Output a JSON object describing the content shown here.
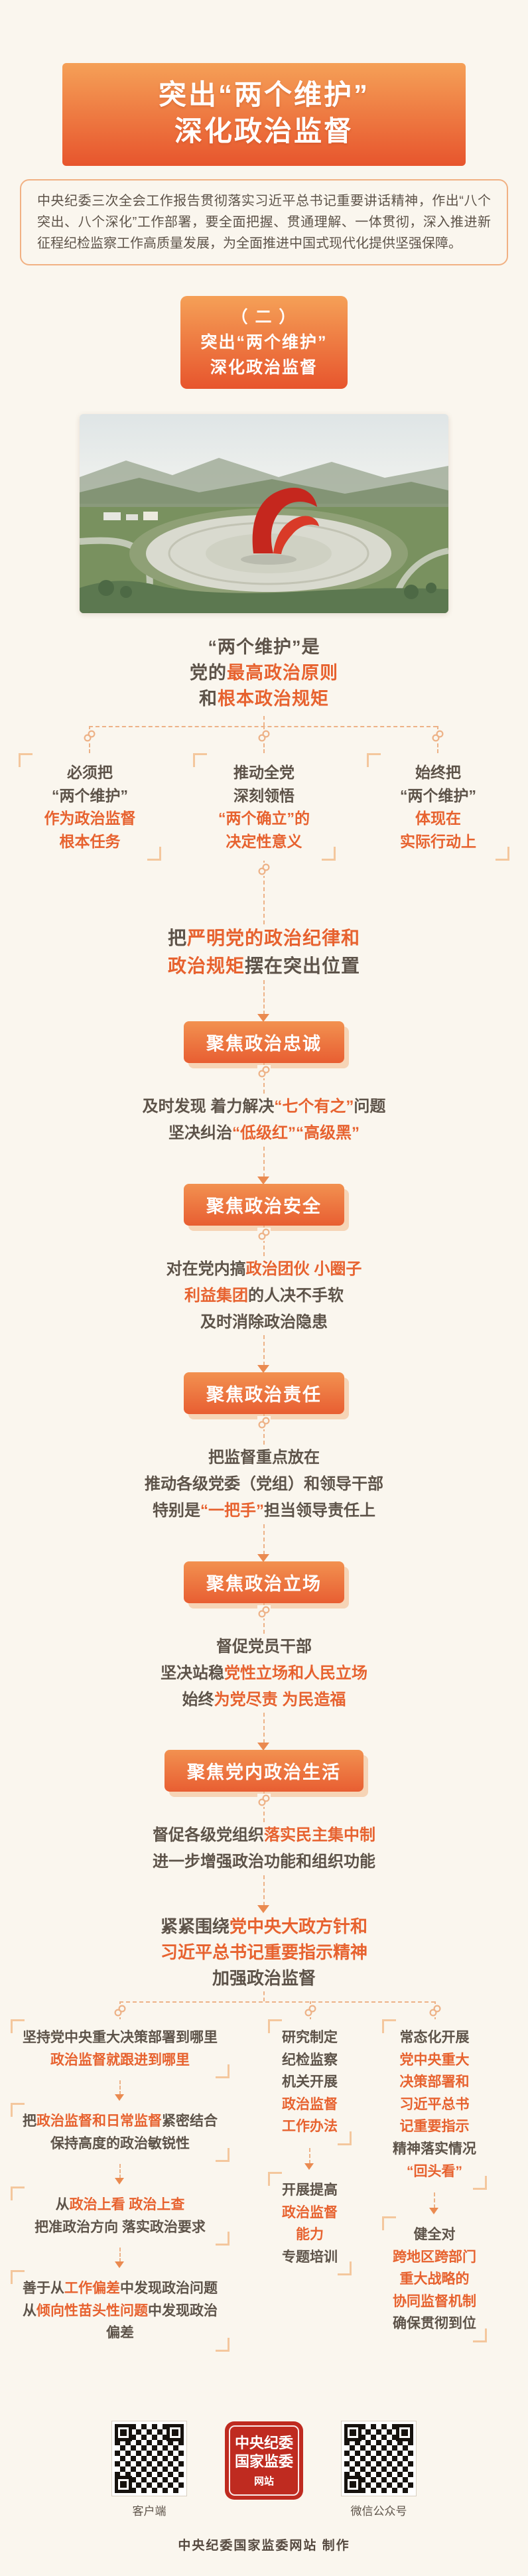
{
  "colors": {
    "bg": "#faf6ee",
    "accent": "#e7622f",
    "dark": "#5d5349",
    "line": "#edb287",
    "banner1": "#f5a057",
    "banner2": "#e7552d",
    "shadow": "#f6d4b6",
    "logored": "#bf2b20"
  },
  "banner": {
    "line1": "突出“两个维护”",
    "line2": "深化政治监督"
  },
  "intro": {
    "text": "中央纪委三次全会工作报告贯彻落实习近平总书记重要讲话精神，作出“八个突出、八个深化”工作部署，要全面把握、贯通理解、一体贯彻，深入推进新征程纪检监察工作高质量发展，为全面推进中国式现代化提供坚强保障。"
  },
  "tag": {
    "line1": "（ 二 ）",
    "line2": "突出“两个维护”",
    "line3": "深化政治监督"
  },
  "lead": {
    "lines": [
      [
        {
          "t": "“两个维护”是",
          "c": "d"
        }
      ],
      [
        {
          "t": "党的",
          "c": "d"
        },
        {
          "t": "最高政治原则",
          "c": "a"
        }
      ],
      [
        {
          "t": "和",
          "c": "d"
        },
        {
          "t": "根本政治规矩",
          "c": "a"
        }
      ]
    ]
  },
  "branches": [
    {
      "lines": [
        [
          {
            "t": "必须把",
            "c": "d"
          }
        ],
        [
          {
            "t": "“两个维护”",
            "c": "d"
          }
        ],
        [
          {
            "t": "作为政治监督",
            "c": "a"
          }
        ],
        [
          {
            "t": "根本任务",
            "c": "a"
          }
        ]
      ]
    },
    {
      "lines": [
        [
          {
            "t": "推动全党",
            "c": "d"
          }
        ],
        [
          {
            "t": "深刻领悟",
            "c": "d"
          }
        ],
        [
          {
            "t": "“两个确立”的",
            "c": "a"
          }
        ],
        [
          {
            "t": "决定性意义",
            "c": "a"
          }
        ]
      ]
    },
    {
      "lines": [
        [
          {
            "t": "始终把",
            "c": "d"
          }
        ],
        [
          {
            "t": "“两个维护”",
            "c": "d"
          }
        ],
        [
          {
            "t": "体现在",
            "c": "a"
          }
        ],
        [
          {
            "t": "实际行动上",
            "c": "a"
          }
        ]
      ]
    }
  ],
  "emphasis": {
    "lines": [
      [
        {
          "t": "把",
          "c": "d"
        },
        {
          "t": "严明党的政治纪律和",
          "c": "a"
        }
      ],
      [
        {
          "t": "政治规矩",
          "c": "a"
        },
        {
          "t": "摆在突出位置",
          "c": "d"
        }
      ]
    ]
  },
  "focus": [
    {
      "label": "聚焦政治忠诚",
      "lines": [
        [
          {
            "t": "及时发现 着力解决",
            "c": "d"
          },
          {
            "t": "“七个有之”",
            "c": "a"
          },
          {
            "t": "问题",
            "c": "d"
          }
        ],
        [
          {
            "t": "坚决纠治",
            "c": "d"
          },
          {
            "t": "“低级红”“高级黑”",
            "c": "a"
          }
        ]
      ]
    },
    {
      "label": "聚焦政治安全",
      "lines": [
        [
          {
            "t": "对在党内搞",
            "c": "d"
          },
          {
            "t": "政治团伙 小圈子",
            "c": "a"
          }
        ],
        [
          {
            "t": "利益集团",
            "c": "a"
          },
          {
            "t": "的人决不手软",
            "c": "d"
          }
        ],
        [
          {
            "t": "及时消除政治隐患",
            "c": "d"
          }
        ]
      ]
    },
    {
      "label": "聚焦政治责任",
      "lines": [
        [
          {
            "t": "把监督重点放在",
            "c": "d"
          }
        ],
        [
          {
            "t": "推动各级党委（党组）和领导干部",
            "c": "d"
          }
        ],
        [
          {
            "t": "特别是",
            "c": "d"
          },
          {
            "t": "“一把手”",
            "c": "a"
          },
          {
            "t": "担当领导责任上",
            "c": "d"
          }
        ]
      ]
    },
    {
      "label": "聚焦政治立场",
      "lines": [
        [
          {
            "t": "督促党员干部",
            "c": "d"
          }
        ],
        [
          {
            "t": "坚决站稳",
            "c": "d"
          },
          {
            "t": "党性立场和人民立场",
            "c": "a"
          }
        ],
        [
          {
            "t": "始终",
            "c": "d"
          },
          {
            "t": "为党尽责 为民造福",
            "c": "a"
          }
        ]
      ]
    },
    {
      "label": "聚焦党内政治生活",
      "lines": [
        [
          {
            "t": "督促各级党组织",
            "c": "d"
          },
          {
            "t": "落实民主集中制",
            "c": "a"
          }
        ],
        [
          {
            "t": "进一步增强政治功能和组织功能",
            "c": "d"
          }
        ]
      ]
    }
  ],
  "tree": {
    "header": [
      [
        {
          "t": "紧紧围绕",
          "c": "d"
        },
        {
          "t": "党中央大政方针和",
          "c": "a"
        }
      ],
      [
        {
          "t": "习近平总书记重要指示精神",
          "c": "a"
        }
      ],
      [
        {
          "t": "加强政治监督",
          "c": "d"
        }
      ]
    ],
    "left": [
      {
        "lines": [
          [
            {
              "t": "坚持党中央重大决策部署到哪里",
              "c": "d"
            }
          ],
          [
            {
              "t": "政治监督就跟进到哪里",
              "c": "a"
            }
          ]
        ]
      },
      {
        "lines": [
          [
            {
              "t": "把",
              "c": "d"
            },
            {
              "t": "政治监督和日常监督",
              "c": "a"
            },
            {
              "t": "紧密结合",
              "c": "d"
            }
          ],
          [
            {
              "t": "保持高度的政治敏锐性",
              "c": "d"
            }
          ]
        ]
      },
      {
        "lines": [
          [
            {
              "t": "从",
              "c": "d"
            },
            {
              "t": "政治上看 政治上查",
              "c": "a"
            }
          ],
          [
            {
              "t": "把准政治方向 落实政治要求",
              "c": "d"
            }
          ]
        ]
      },
      {
        "lines": [
          [
            {
              "t": "善于从",
              "c": "d"
            },
            {
              "t": "工作偏差",
              "c": "a"
            },
            {
              "t": "中发现政治问题",
              "c": "d"
            }
          ],
          [
            {
              "t": "从",
              "c": "d"
            },
            {
              "t": "倾向性苗头性问题",
              "c": "a"
            },
            {
              "t": "中发现政治偏差",
              "c": "d"
            }
          ]
        ]
      }
    ],
    "middle": [
      {
        "lines": [
          [
            {
              "t": "研究制定",
              "c": "d"
            }
          ],
          [
            {
              "t": "纪检监察",
              "c": "d"
            }
          ],
          [
            {
              "t": "机关开展",
              "c": "d"
            }
          ],
          [
            {
              "t": "政治监督",
              "c": "a"
            }
          ],
          [
            {
              "t": "工作办法",
              "c": "a"
            }
          ]
        ]
      },
      {
        "lines": [
          [
            {
              "t": "开展提高",
              "c": "d"
            }
          ],
          [
            {
              "t": "政治监督",
              "c": "a"
            }
          ],
          [
            {
              "t": "能力",
              "c": "a"
            }
          ],
          [
            {
              "t": "专题培训",
              "c": "d"
            }
          ]
        ]
      }
    ],
    "right": [
      {
        "lines": [
          [
            {
              "t": "常态化开展",
              "c": "d"
            }
          ],
          [
            {
              "t": "党中央重大",
              "c": "a"
            }
          ],
          [
            {
              "t": "决策部署和",
              "c": "a"
            }
          ],
          [
            {
              "t": "习近平总书",
              "c": "a"
            }
          ],
          [
            {
              "t": "记重要指示",
              "c": "a"
            }
          ],
          [
            {
              "t": "精神落实情况",
              "c": "d"
            }
          ],
          [
            {
              "t": "“回头看”",
              "c": "a"
            }
          ]
        ]
      },
      {
        "lines": [
          [
            {
              "t": "健全对",
              "c": "d"
            }
          ],
          [
            {
              "t": "跨地区跨部门",
              "c": "a"
            }
          ],
          [
            {
              "t": "重大战略的",
              "c": "a"
            }
          ],
          [
            {
              "t": "协同监督机制",
              "c": "a"
            }
          ],
          [
            {
              "t": "确保贯彻到位",
              "c": "d"
            }
          ]
        ]
      }
    ]
  },
  "qr": {
    "left_label": "客户端",
    "right_label": "微信公众号"
  },
  "logo": {
    "line1": "中央纪委",
    "line2": "国家监委",
    "line3": "网站"
  },
  "footer": {
    "text": "中央纪委国家监委网站 制作"
  }
}
